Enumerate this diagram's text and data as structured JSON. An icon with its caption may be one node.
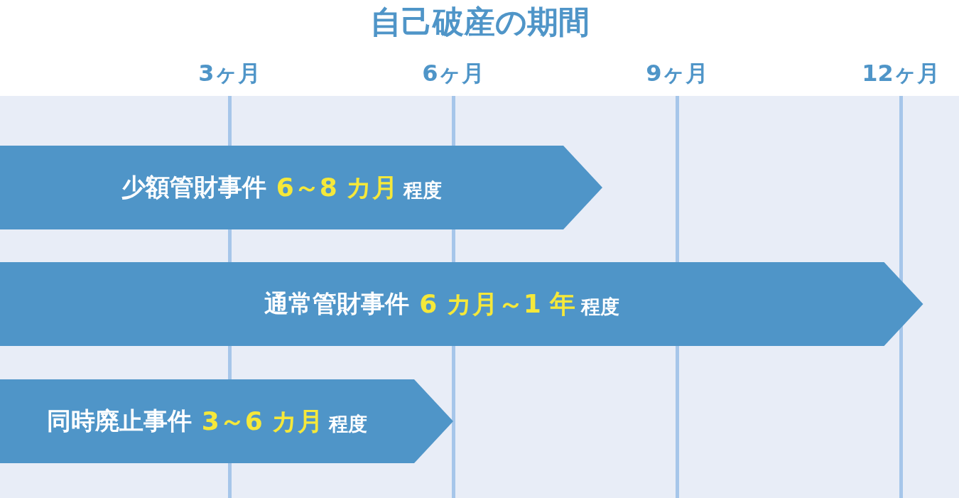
{
  "diagram": {
    "title": "自己破産の期間",
    "nodes": [
      {
        "text": [
          "少額管財事件",
          "6～8 カ月",
          "程度"
        ]
      },
      {
        "text": [
          "通常管財事件",
          "6 カ月～1 年",
          "程度"
        ]
      },
      {
        "text": [
          "同時廃止事件",
          "3～6 カ月",
          "程度"
        ]
      }
    ],
    "labels": [
      "3ヶ月",
      "6ヶ月",
      "9ヶ月",
      "12ヶ月"
    ]
  }
}
